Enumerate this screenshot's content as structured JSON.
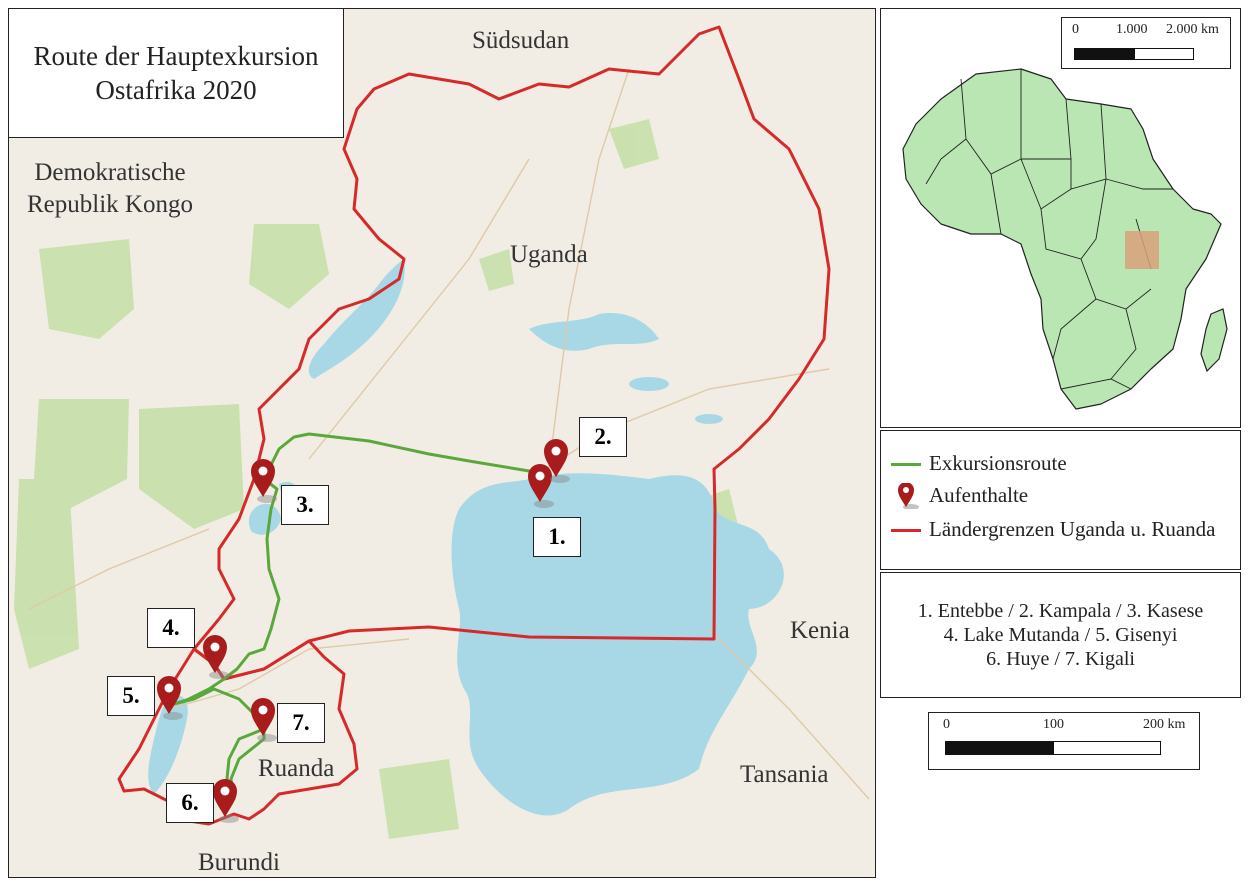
{
  "title": {
    "line1": "Route der Hauptexkursion",
    "line2": "Ostafrika 2020"
  },
  "countries": {
    "south_sudan": "Südsudan",
    "drc_line1": "Demokratische",
    "drc_line2": "Republik Kongo",
    "uganda": "Uganda",
    "kenya": "Kenia",
    "tanzania": "Tansania",
    "rwanda": "Ruanda",
    "burundi": "Burundi"
  },
  "markers": [
    {
      "num": "1."
    },
    {
      "num": "2."
    },
    {
      "num": "3."
    },
    {
      "num": "4."
    },
    {
      "num": "5."
    },
    {
      "num": "6."
    },
    {
      "num": "7."
    }
  ],
  "legend": {
    "route": "Exkursionsroute",
    "stops": "Aufenthalte",
    "borders": "Ländergrenzen Uganda u. Ruanda"
  },
  "stops_list": {
    "line1": "1. Entebbe / 2. Kampala / 3. Kasese",
    "line2": "4. Lake Mutanda / 5. Gisenyi",
    "line3": "6. Huye / 7. Kigali"
  },
  "scale_main": {
    "t0": "0",
    "t1": "100",
    "t2": "200 km"
  },
  "scale_inset": {
    "t0": "0",
    "t1": "1.000",
    "t2": "2.000 km"
  },
  "colors": {
    "route": "#5aa83c",
    "border": "#d62a2a",
    "water": "#a8d8e6",
    "land": "#f1ede4",
    "park": "#c4dea6",
    "africa": "#b9e6b3",
    "highlight": "#d8a07a",
    "marker": "#a81c1c"
  }
}
